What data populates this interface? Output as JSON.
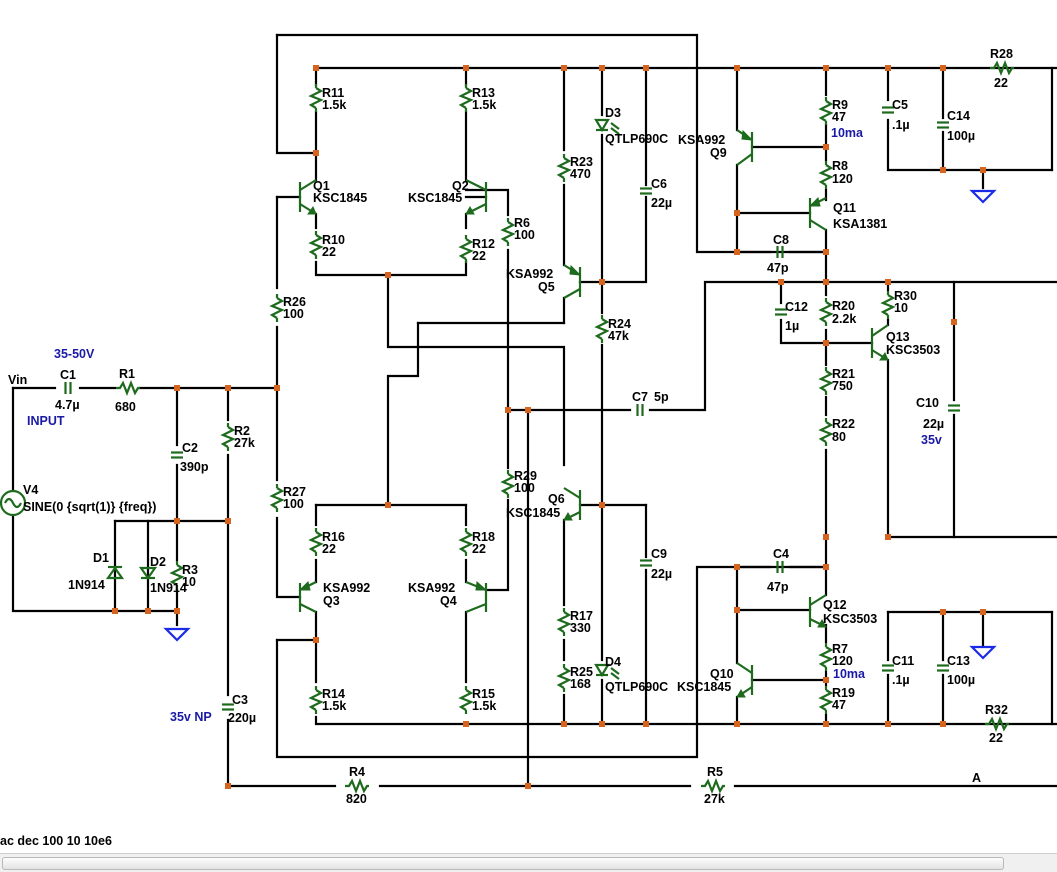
{
  "directive": "ac dec 100 10 10e6",
  "source": {
    "net": "Vin",
    "name": "V4",
    "value": "SINE(0 {sqrt(1)} {freq})",
    "supply_note": "35-50V",
    "input_label": "INPUT"
  },
  "net_a": "A",
  "notes": {
    "c10": "35v",
    "c3": "35v NP",
    "r9": "10ma",
    "r7": "10ma"
  },
  "resistors": [
    {
      "name": "R1",
      "value": "680"
    },
    {
      "name": "R2",
      "value": "27k"
    },
    {
      "name": "R3",
      "value": "10"
    },
    {
      "name": "R4",
      "value": "820"
    },
    {
      "name": "R5",
      "value": "27k"
    },
    {
      "name": "R6",
      "value": "100"
    },
    {
      "name": "R7",
      "value": "120"
    },
    {
      "name": "R8",
      "value": "120"
    },
    {
      "name": "R9",
      "value": "47"
    },
    {
      "name": "R10",
      "value": "22"
    },
    {
      "name": "R11",
      "value": "1.5k"
    },
    {
      "name": "R12",
      "value": "22"
    },
    {
      "name": "R13",
      "value": "1.5k"
    },
    {
      "name": "R14",
      "value": "1.5k"
    },
    {
      "name": "R15",
      "value": "1.5k"
    },
    {
      "name": "R16",
      "value": "22"
    },
    {
      "name": "R17",
      "value": "330"
    },
    {
      "name": "R18",
      "value": "22"
    },
    {
      "name": "R19",
      "value": "47"
    },
    {
      "name": "R20",
      "value": "2.2k"
    },
    {
      "name": "R21",
      "value": "750"
    },
    {
      "name": "R22",
      "value": "80"
    },
    {
      "name": "R23",
      "value": "470"
    },
    {
      "name": "R24",
      "value": "47k"
    },
    {
      "name": "R25",
      "value": "168"
    },
    {
      "name": "R26",
      "value": "100"
    },
    {
      "name": "R27",
      "value": "100"
    },
    {
      "name": "R28",
      "value": "22"
    },
    {
      "name": "R29",
      "value": "100"
    },
    {
      "name": "R30",
      "value": "10"
    },
    {
      "name": "R32",
      "value": "22"
    }
  ],
  "capacitors": [
    {
      "name": "C1",
      "value": "4.7µ"
    },
    {
      "name": "C2",
      "value": "390p"
    },
    {
      "name": "C3",
      "value": "220µ"
    },
    {
      "name": "C4",
      "value": "47p"
    },
    {
      "name": "C5",
      "value": ".1µ"
    },
    {
      "name": "C6",
      "value": "22µ"
    },
    {
      "name": "C7",
      "value": "5p"
    },
    {
      "name": "C8",
      "value": "47p"
    },
    {
      "name": "C9",
      "value": "22µ"
    },
    {
      "name": "C10",
      "value": "22µ"
    },
    {
      "name": "C11",
      "value": ".1µ"
    },
    {
      "name": "C12",
      "value": "1µ"
    },
    {
      "name": "C13",
      "value": "100µ"
    },
    {
      "name": "C14",
      "value": "100µ"
    }
  ],
  "transistors": [
    {
      "name": "Q1",
      "model": "KSC1845"
    },
    {
      "name": "Q2",
      "model": "KSC1845"
    },
    {
      "name": "Q3",
      "model": "KSA992"
    },
    {
      "name": "Q4",
      "model": "KSA992"
    },
    {
      "name": "Q5",
      "model": "KSA992"
    },
    {
      "name": "Q6",
      "model": "KSC1845"
    },
    {
      "name": "Q9",
      "model": "KSA992"
    },
    {
      "name": "Q10",
      "model": "KSC1845"
    },
    {
      "name": "Q11",
      "model": "KSA1381"
    },
    {
      "name": "Q12",
      "model": "KSC3503"
    },
    {
      "name": "Q13",
      "model": "KSC3503"
    }
  ],
  "diodes": [
    {
      "name": "D1",
      "model": "1N914"
    },
    {
      "name": "D2",
      "model": "1N914"
    },
    {
      "name": "D3",
      "model": "QTLP690C"
    },
    {
      "name": "D4",
      "model": "QTLP690C"
    }
  ]
}
